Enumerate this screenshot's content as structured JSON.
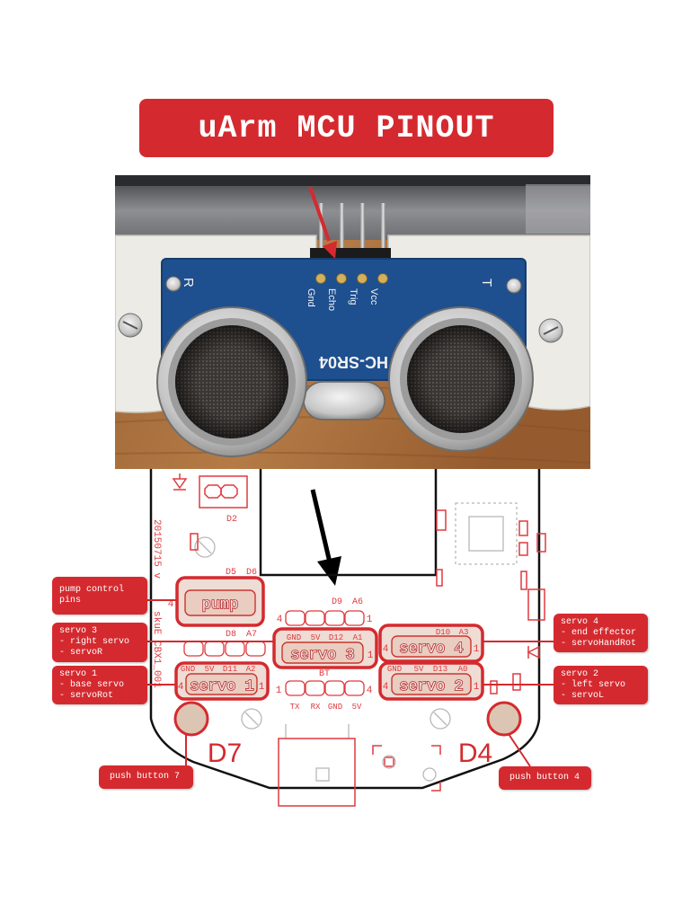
{
  "title": "uArm MCU PINOUT",
  "sensor": {
    "pins": [
      "Gnd",
      "Echo",
      "Trig",
      "Vcc"
    ],
    "model": "HC-SR04",
    "mark_left": "R",
    "mark_right": "T"
  },
  "board": {
    "date_code": "20150715 v",
    "sku": "skuE CBX1_001",
    "d2": "D2",
    "d5": "D5",
    "d6": "D6",
    "pump": {
      "label": "pump",
      "pin_left": "4"
    },
    "top_header": {
      "labels": [
        "D9",
        "A6"
      ],
      "pin_left": "4",
      "pin_right": "1"
    },
    "d8_a7": [
      "D8",
      "A7"
    ],
    "servo3": {
      "label": "servo 3",
      "pins": [
        "GND",
        "5V",
        "D12",
        "A1"
      ],
      "pin_right": "1"
    },
    "servo4": {
      "label": "servo 4",
      "pins": [
        "D10",
        "A3"
      ],
      "pin_left": "4",
      "pin_right": "1"
    },
    "servo2": {
      "label": "servo 2",
      "pins": [
        "GND",
        "5V",
        "D13",
        "A0"
      ],
      "pin_left": "4",
      "pin_right": "1"
    },
    "servo1": {
      "label": "servo 1",
      "pins": [
        "GND",
        "5V",
        "D11",
        "A2"
      ],
      "pin_left": "4",
      "pin_right": "1"
    },
    "bt": {
      "label": "BT",
      "pins": [
        "TX",
        "RX",
        "GND",
        "5V"
      ],
      "pin_left": "1",
      "pin_right": "4"
    },
    "button_left": "D7",
    "button_right": "D4"
  },
  "callouts": {
    "pump": [
      "pump control",
      "pins"
    ],
    "servo3": [
      "servo 3",
      "- right servo",
      "- servoR"
    ],
    "servo1": [
      "servo 1",
      "- base servo",
      "- servoRot"
    ],
    "servo4": [
      "servo 4",
      "- end effector",
      "- servoHandRot"
    ],
    "servo2": [
      "servo 2",
      "- left servo",
      "- servoL"
    ],
    "button7": [
      "push button 7"
    ],
    "button4": [
      "push button 4"
    ]
  },
  "colors": {
    "accent": "#d42a2f",
    "silk": "#df3a3e",
    "outline": "#111111",
    "pad": "#efdcd4"
  }
}
